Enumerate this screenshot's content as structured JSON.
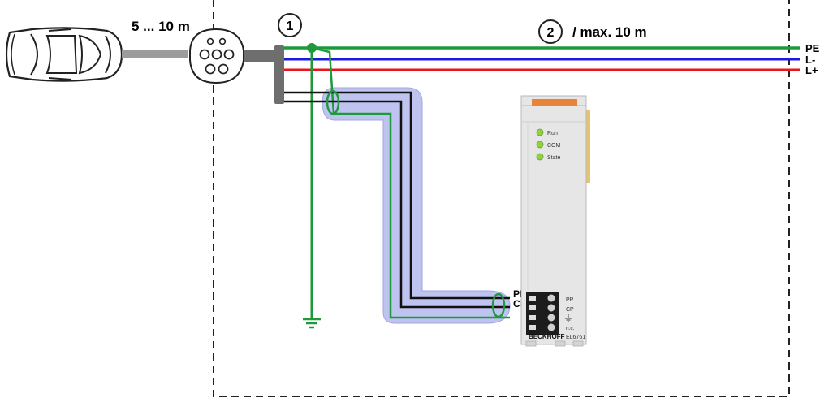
{
  "cable_length_label": "5 ... 10 m",
  "max_length_label": "/ max. 10 m",
  "markers": {
    "m1": "1",
    "m2": "2"
  },
  "lines": {
    "pe": "PE",
    "lminus": "L-",
    "lplus": "L+"
  },
  "terminal_signals": {
    "pp": "PP",
    "cp": "CP"
  },
  "module": {
    "leds": {
      "run": "Run",
      "com": "COM",
      "state": "State"
    },
    "terminal_labels": {
      "pp": "PP",
      "cp": "CP",
      "nc": "n.c."
    },
    "brand": "BECKHOFF",
    "model": "EL6761"
  },
  "colors": {
    "pe": "#1e9a3a",
    "lminus": "#1a1adc",
    "lplus": "#e8161c",
    "signal": "#111111",
    "shield": "#bfc3f0",
    "connector_gray": "#777777",
    "module_body": "#e6e6e6",
    "module_top": "#e8843a",
    "led": "#8ed23c"
  }
}
